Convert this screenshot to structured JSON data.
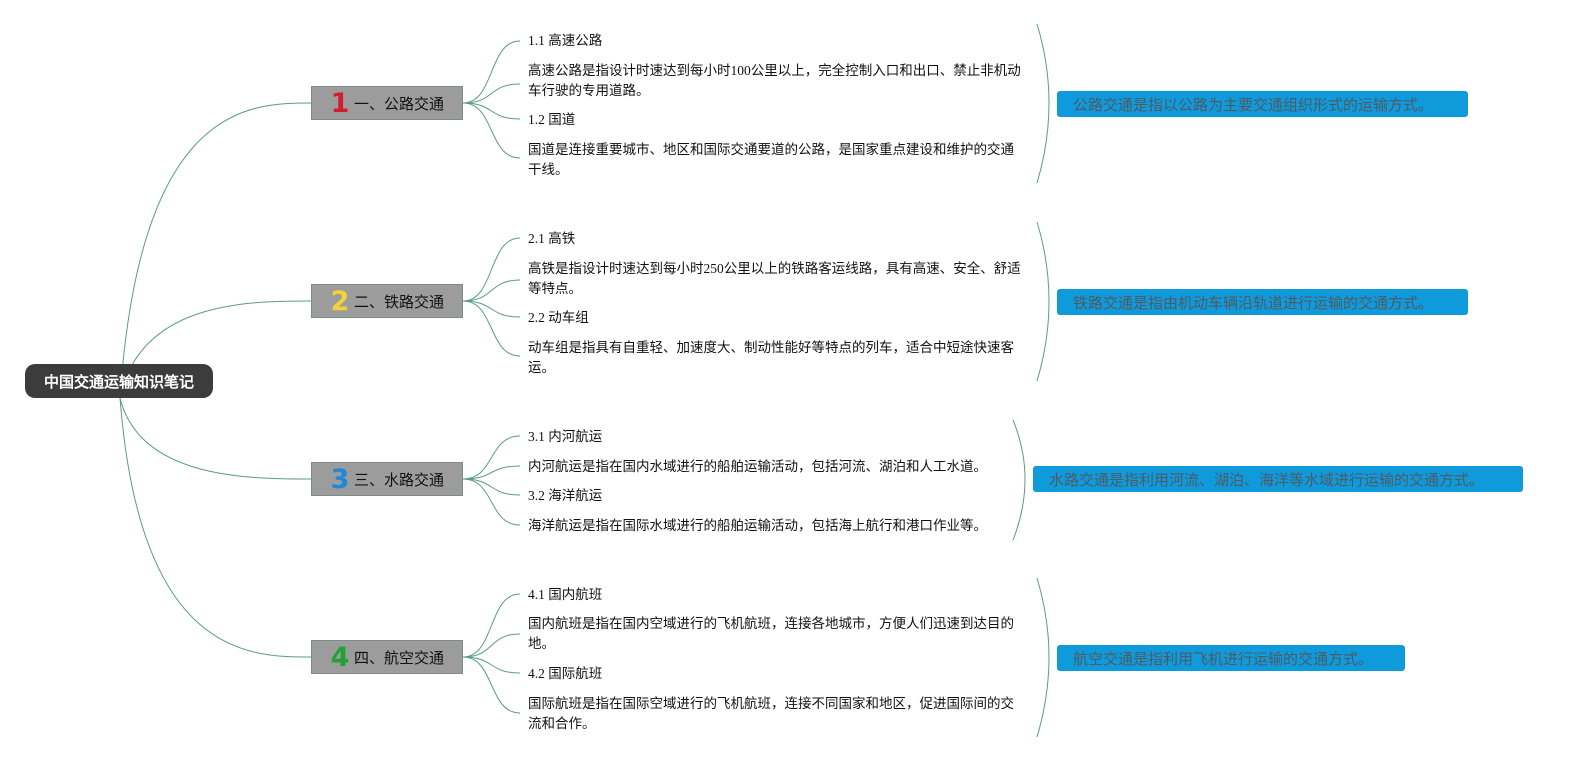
{
  "root": {
    "title": "中国交通运输知识笔记"
  },
  "branches": [
    {
      "number": "1",
      "number_color": "#d21e2c",
      "label": "一、公路交通",
      "items": [
        {
          "title": "1.1 高速公路",
          "desc": "高速公路是指设计时速达到每小时100公里以上，完全控制入口和出口、禁止非机动车行驶的专用道路。"
        },
        {
          "title": "1.2 国道",
          "desc": "国道是连接重要城市、地区和国际交通要道的公路，是国家重点建设和维护的交通干线。"
        }
      ],
      "summary": "公路交通是指以公路为主要交通组织形式的运输方式。"
    },
    {
      "number": "2",
      "number_color": "#f2d13a",
      "label": "二、铁路交通",
      "items": [
        {
          "title": "2.1 高铁",
          "desc": "高铁是指设计时速达到每小时250公里以上的铁路客运线路，具有高速、安全、舒适等特点。"
        },
        {
          "title": "2.2 动车组",
          "desc": "动车组是指具有自重轻、加速度大、制动性能好等特点的列车，适合中短途快速客运。"
        }
      ],
      "summary": "铁路交通是指由机动车辆沿轨道进行运输的交通方式。"
    },
    {
      "number": "3",
      "number_color": "#1e8ad6",
      "label": "三、水路交通",
      "items": [
        {
          "title": "3.1 内河航运",
          "desc": "内河航运是指在国内水域进行的船舶运输活动，包括河流、湖泊和人工水道。"
        },
        {
          "title": "3.2 海洋航运",
          "desc": "海洋航运是指在国际水域进行的船舶运输活动，包括海上航行和港口作业等。"
        }
      ],
      "summary": "水路交通是指利用河流、湖泊、海洋等水域进行运输的交通方式。"
    },
    {
      "number": "4",
      "number_color": "#20a238",
      "label": "四、航空交通",
      "items": [
        {
          "title": "4.1 国内航班",
          "desc": "国内航班是指在国内空域进行的飞机航班，连接各地城市，方便人们迅速到达目的地。"
        },
        {
          "title": "4.2 国际航班",
          "desc": "国际航班是指在国际空域进行的飞机航班，连接不同国家和地区，促进国际间的交流和合作。"
        }
      ],
      "summary": "航空交通是指利用飞机进行运输的交通方式。"
    }
  ],
  "colors": {
    "connector": "#5a9c82",
    "summary_bg": "#0f9adb"
  }
}
